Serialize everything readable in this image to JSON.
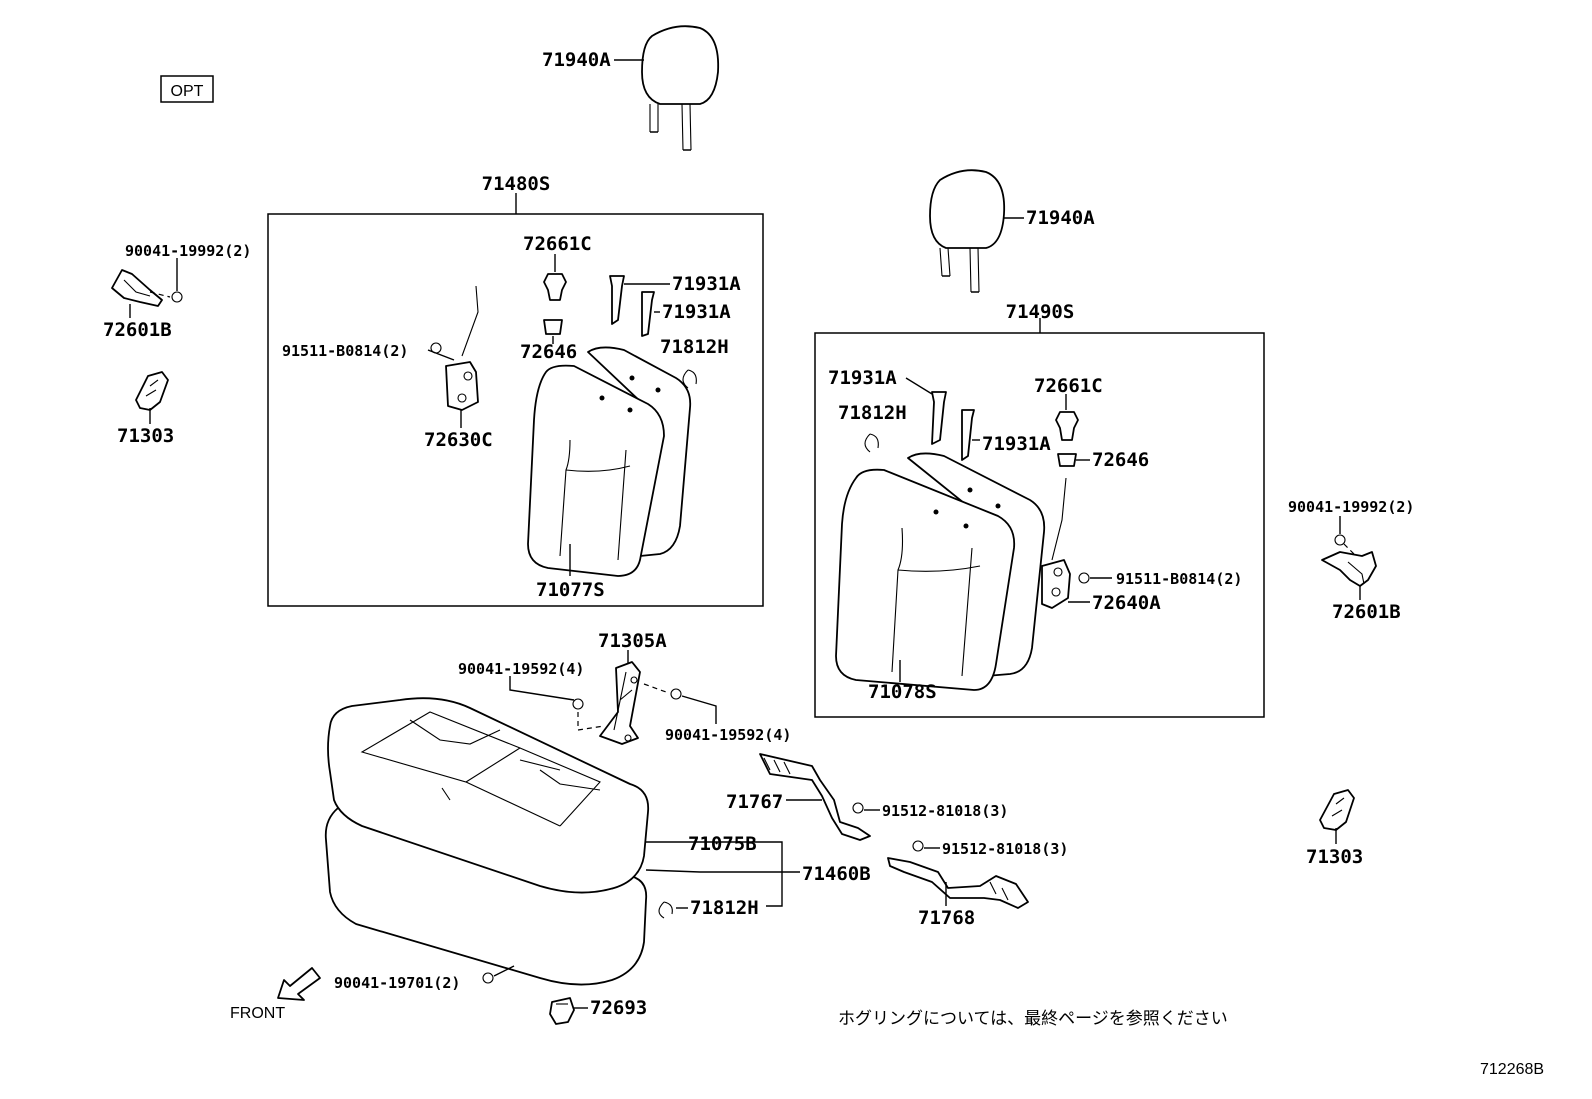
{
  "labels": {
    "opt": "OPT",
    "headrest_top": "71940A",
    "headrest_right": "71940A",
    "assy_left": "71480S",
    "assy_right": "71490S",
    "bolt_left_top": "90041-19992(2)",
    "hinge_left": "72601B",
    "cover_left": "71303",
    "clip_l": "72661C",
    "guide_l1": "71931A",
    "guide_l2": "71931A",
    "bush_l": "72646",
    "hook_l": "71812H",
    "bolt_lock_l": "91511-B0814(2)",
    "lock_l": "72630C",
    "back_l": "71077S",
    "guide_r1": "71931A",
    "clip_r": "72661C",
    "hook_r": "71812H",
    "guide_r2": "71931A",
    "bush_r": "72646",
    "bolt_lock_r": "91511-B0814(2)",
    "lock_r": "72640A",
    "back_r": "71078S",
    "bolt_right_top": "90041-19992(2)",
    "hinge_right": "72601B",
    "cover_right": "71303",
    "bracket": "71305A",
    "bolt_bracket_1": "90041-19592(4)",
    "bolt_bracket_2": "90041-19592(4)",
    "lock_wire_1": "71767",
    "bolt_wire_1": "91512-81018(3)",
    "bolt_wire_2": "91512-81018(3)",
    "lock_wire_2": "71768",
    "cushion_cover": "71075B",
    "cushion_assy": "71460B",
    "hook_c": "71812H",
    "bolt_cushion": "90041-19701(2)",
    "pad": "72693",
    "front": "FRONT",
    "note": "ホグリングについては、最終ページを参照ください",
    "diagram_id": "712268B"
  }
}
